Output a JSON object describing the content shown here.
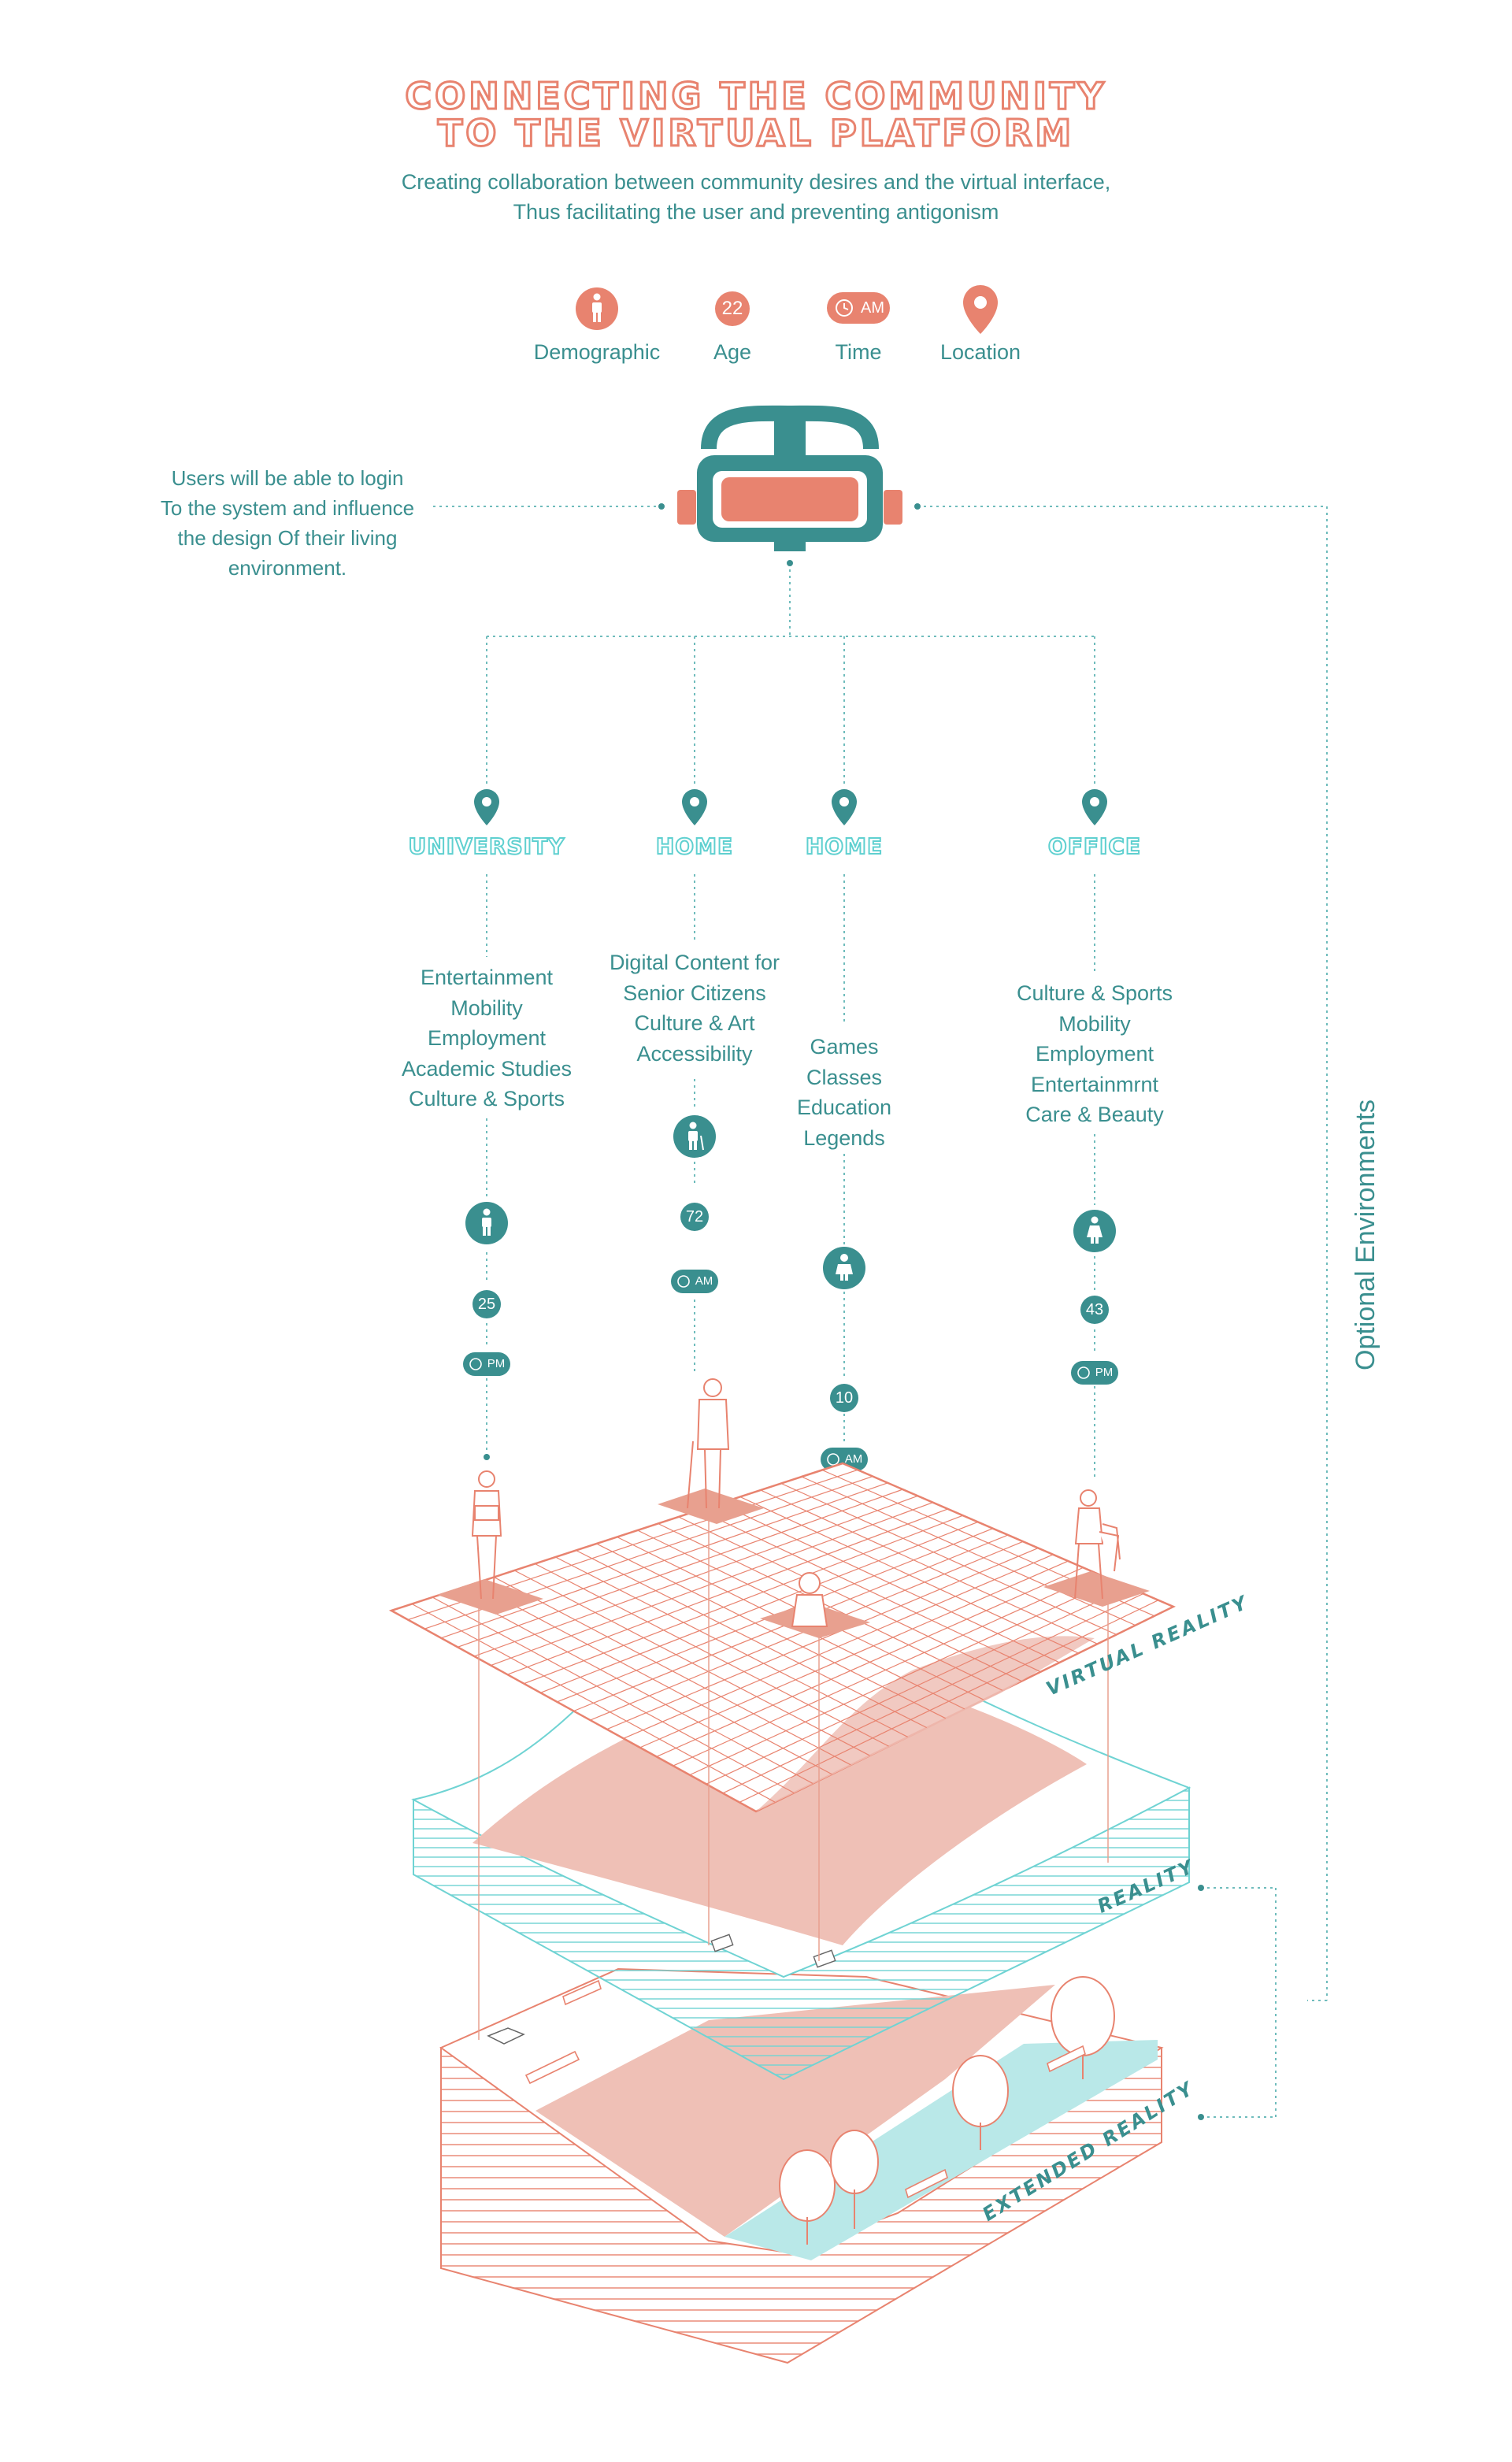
{
  "header": {
    "title_line1": "Connecting the community",
    "title_line2": "to the virtual platform",
    "subtitle_line1": "Creating collaboration between community desires and the virtual interface,",
    "subtitle_line2": "Thus facilitating the user and preventing antigonism"
  },
  "legend": [
    {
      "icon": "person-icon",
      "label": "Demographic"
    },
    {
      "icon": "age-icon",
      "value": "22",
      "label": "Age"
    },
    {
      "icon": "clock-icon",
      "value": "AM",
      "label": "Time"
    },
    {
      "icon": "location-pin-icon",
      "label": "Location"
    }
  ],
  "login_note": [
    "Users will be able to login",
    "To the system and influence",
    "the design Of their living",
    "environment."
  ],
  "environments": [
    {
      "name": "University",
      "items": [
        "Entertainment",
        "Mobility",
        "Employment",
        "Academic Studies",
        "Culture & Sports"
      ],
      "age": "25",
      "time": "PM",
      "icon": "man-icon"
    },
    {
      "name": "Home",
      "items": [
        "Digital Content for",
        "Senior Citizens",
        "Culture & Art",
        "Accessibility"
      ],
      "age": "72",
      "time": "AM",
      "icon": "elderly-icon"
    },
    {
      "name": "Home",
      "items": [
        "Games",
        "Classes",
        "Education",
        "Legends"
      ],
      "age": "10",
      "time": "AM",
      "icon": "child-icon"
    },
    {
      "name": "Office",
      "items": [
        "Culture & Sports",
        "Mobility",
        "Employment",
        "Entertainmrnt",
        "Care & Beauty"
      ],
      "age": "43",
      "time": "PM",
      "icon": "woman-icon"
    }
  ],
  "layers": {
    "virtual": "Virtual Reality",
    "reality": "Reality",
    "extended": "Extended Reality"
  },
  "side_label": "Optional Environments",
  "colors": {
    "teal": "#3a8f8f",
    "salmon": "#e8836f",
    "salmon_fill": "#f0c2b7",
    "cyan": "#6fd3d3",
    "cyan_fill": "#b9e8e8"
  }
}
